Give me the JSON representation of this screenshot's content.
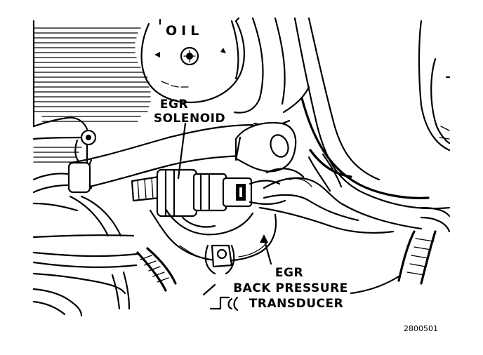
{
  "oil_cap": {
    "text": "OIL"
  },
  "labels": {
    "egr_solenoid_line1": "EGR",
    "egr_solenoid_line2": "SOLENOID",
    "back_pressure_line1": "EGR",
    "back_pressure_line2": "BACK PRESSURE",
    "back_pressure_line3": "TRANSDUCER"
  },
  "figure_id": "2800501"
}
